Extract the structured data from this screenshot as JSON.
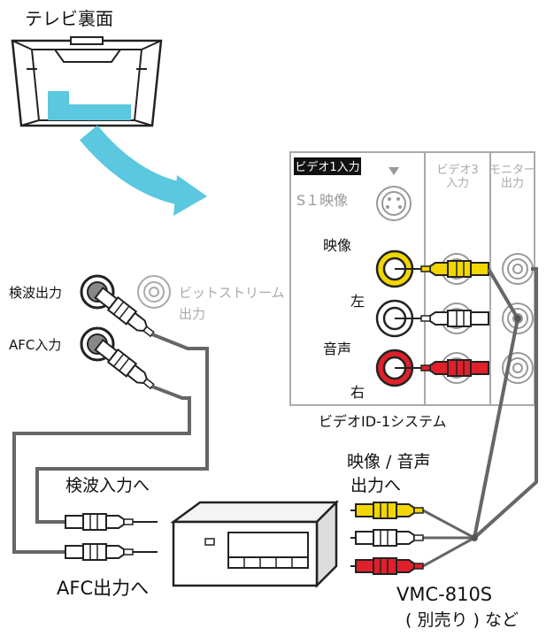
{
  "tv": {
    "title": "テレビ裏面"
  },
  "panel": {
    "video1_header": "ビデオ1入力",
    "s1_label": "S１映像",
    "video3_header_line1": "ビデオ3",
    "video3_header_line2": "入力",
    "monitor_header_line1": "モニター",
    "monitor_header_line2": "出力",
    "label_video": "映像",
    "label_left": "左",
    "label_audio": "音声",
    "label_right": "右",
    "system_name": "ビデオID-1システム"
  },
  "left_jacks": {
    "detect_out": "検波出力",
    "bitstream_line1": "ビットストリーム",
    "bitstream_line2": "出力",
    "afc_in": "AFC入力"
  },
  "device": {
    "detect_in_to": "検波入力へ",
    "afc_out_to": "AFC出力へ",
    "av_out_line1": "映像 / 音声",
    "av_out_line2": "出力へ",
    "model": "VMC-810S",
    "model_note": "( 別売り ) など"
  },
  "colors": {
    "arrow": "#5bc8e0",
    "screen": "#5bc8e0",
    "yellow": "#f2d600",
    "red": "#e0202a",
    "white": "#ffffff",
    "line": "#222222",
    "cable_gray": "#666666",
    "panel_border": "#aaaaaa"
  }
}
